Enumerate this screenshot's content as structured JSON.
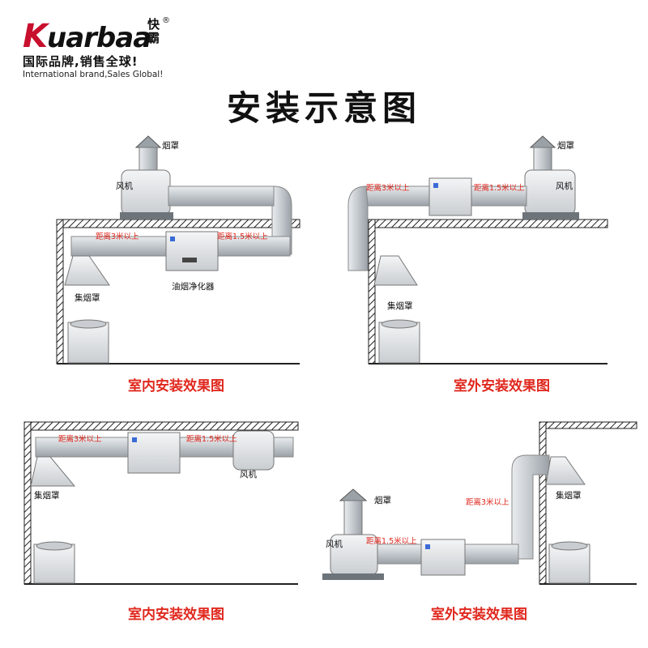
{
  "brand": {
    "logo_text": "Kuarbaa",
    "logo_cn": "快霸",
    "registered": "®",
    "slogan": "国际品牌,销售全球!",
    "slogan_en": "International brand,Sales Global!"
  },
  "title": "安装示意图",
  "panels": [
    {
      "caption": "室内安装效果图",
      "labels": {
        "chimney": "烟罩",
        "fan": "风机",
        "dist_left": "距离3米以上",
        "dist_right": "距离1.5米以上",
        "purifier": "油烟净化器",
        "hood": "集烟罩"
      }
    },
    {
      "caption": "室外安装效果图",
      "labels": {
        "chimney": "烟罩",
        "fan": "风机",
        "dist_left": "距离3米以上",
        "dist_right": "距离1.5米以上",
        "hood": "集烟罩"
      }
    },
    {
      "caption": "室内安装效果图",
      "labels": {
        "dist_left": "距离3米以上",
        "dist_right": "距离1.5米以上",
        "fan": "风机",
        "hood": "集烟罩"
      }
    },
    {
      "caption": "室外安装效果图",
      "labels": {
        "chimney": "烟罩",
        "fan": "风机",
        "dist_left": "距离1.5米以上",
        "dist_right": "距离3米以上",
        "hood": "集烟罩"
      }
    }
  ]
}
